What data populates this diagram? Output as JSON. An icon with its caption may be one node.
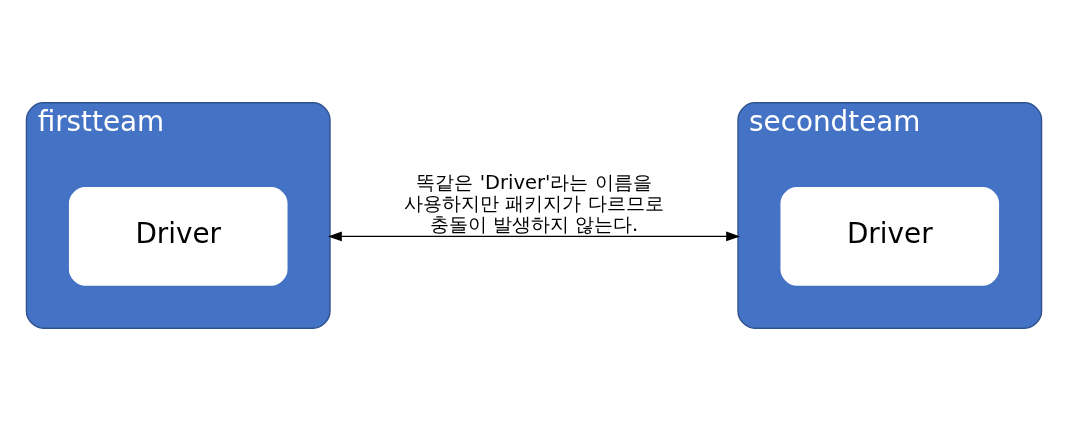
{
  "diagram": {
    "nodes": [
      {
        "text": [
          "firstteam"
        ]
      },
      {
        "text": [
          "Driver"
        ],
        "in": 0
      },
      {
        "text": [
          "secondteam"
        ]
      },
      {
        "text": [
          "Driver"
        ],
        "in": 2
      }
    ],
    "edges": [
      {
        "from": 0,
        "to": 2,
        "arrow": "both",
        "label": "똑같은 'Driver'라는 이름을 사용하지만 패키지가 다르므로 충돌이 발생하지 않는다."
      }
    ]
  }
}
